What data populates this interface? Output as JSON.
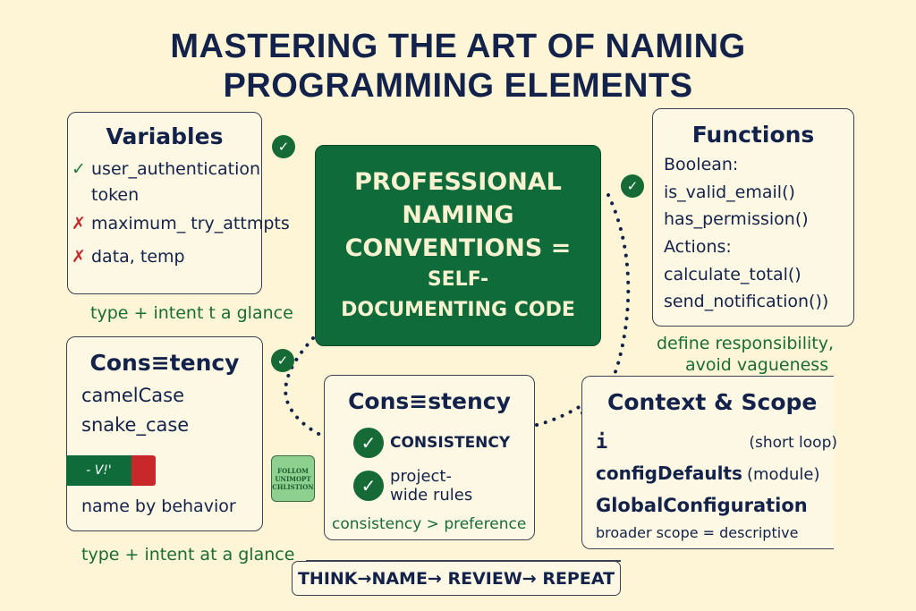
{
  "title": {
    "line1": "MASTERING THE ART OF NAMING",
    "line2": "PROGRAMMING ELEMENTS"
  },
  "center": {
    "lines": [
      "PROFESSIONAL",
      "NAMING",
      "CONVENTIONS =",
      "SELF-",
      "DOCUMENTING CODE"
    ]
  },
  "variables": {
    "title": "Variables",
    "items": [
      {
        "mark": "✓",
        "text": "user_authentication"
      },
      {
        "mark": "",
        "text": "token"
      },
      {
        "mark": "✗",
        "text": "maximum_ try_attmpts"
      },
      {
        "mark": "✗",
        "text": "data, temp"
      }
    ],
    "note": "type + intent t a glance"
  },
  "functions": {
    "title": "Functions",
    "lines": [
      "Boolean:",
      "is_valid_email()",
      "has_permission()",
      "Actions:",
      "calculate_total()",
      "send_notification())"
    ],
    "note_line1": "define responsibility,",
    "note_line2": "avoid vagueness"
  },
  "consistency_left": {
    "title": "Cons≡tency",
    "lines": [
      "camelCase",
      "snake_case"
    ],
    "bar_label": "- V!'",
    "last": "name by behavior",
    "note": "type + intent at a glance"
  },
  "sticky_note": {
    "lines": [
      "FOLLOM",
      "UNIMOPT",
      "CHLISTION"
    ]
  },
  "consistency_center": {
    "title": "Cons≡stency",
    "items": [
      "CONSISTENCY",
      "project-wide rules"
    ],
    "note": "consistency > preference"
  },
  "context_scope": {
    "title": "Context & Scope",
    "rows": [
      {
        "name": "i",
        "scope": "(short loop)"
      },
      {
        "name": "configDefaults",
        "scope": "(module)"
      },
      {
        "name": "GlobalConfiguration",
        "scope": ""
      }
    ],
    "note": "broader scope = descriptive"
  },
  "workflow": {
    "label": "THINK→NAME→ REVIEW→ REPEAT"
  },
  "colors": {
    "background": "#fdf5d6",
    "navy": "#13224a",
    "green": "#0f6b3a",
    "red": "#c42a2a",
    "note_green": "#1a6b35"
  }
}
